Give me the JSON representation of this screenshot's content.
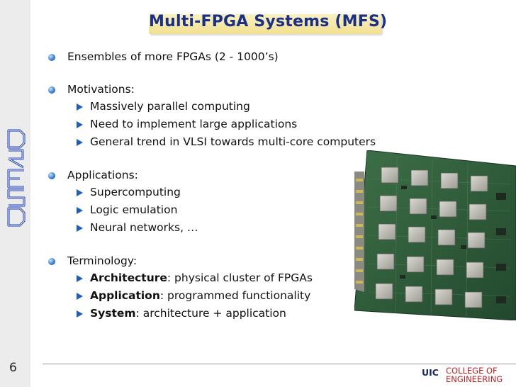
{
  "slide": {
    "title": "Multi-FPGA Systems (MFS)",
    "page_number": "6",
    "sidebar_logo_text": "DRESD",
    "bullets": [
      {
        "text": "Ensembles of more FPGAs (2 - 1000’s)"
      },
      {
        "text": "Motivations:",
        "sub": [
          "Massively parallel computing",
          "Need to implement large applications",
          "General trend in VLSI towards multi-core computers"
        ]
      },
      {
        "text": "Applications:",
        "sub": [
          "Supercomputing",
          "Logic emulation",
          "Neural networks, …"
        ]
      },
      {
        "text": "Terminology:",
        "terms": [
          {
            "term": "Architecture",
            "def": ": physical cluster of FPGAs"
          },
          {
            "term": "Application",
            "def": ": programmed functionality"
          },
          {
            "term": "System",
            "def": ": architecture + application"
          }
        ]
      }
    ]
  },
  "footer": {
    "uic": "UIC",
    "college_line1": "COLLEGE OF",
    "college_line2": "ENGINEERING"
  },
  "colors": {
    "title": "#1a2f8a",
    "title_bg": "#f3e59c",
    "bullet_blue": "#1f5fb6",
    "uic_navy": "#16285f",
    "college_red": "#c02020",
    "pcb_green": "#2d5e3a"
  },
  "icons": [
    "round-bullet-icon",
    "triangle-bullet-icon",
    "fpga-board-image",
    "dresd-logo"
  ]
}
